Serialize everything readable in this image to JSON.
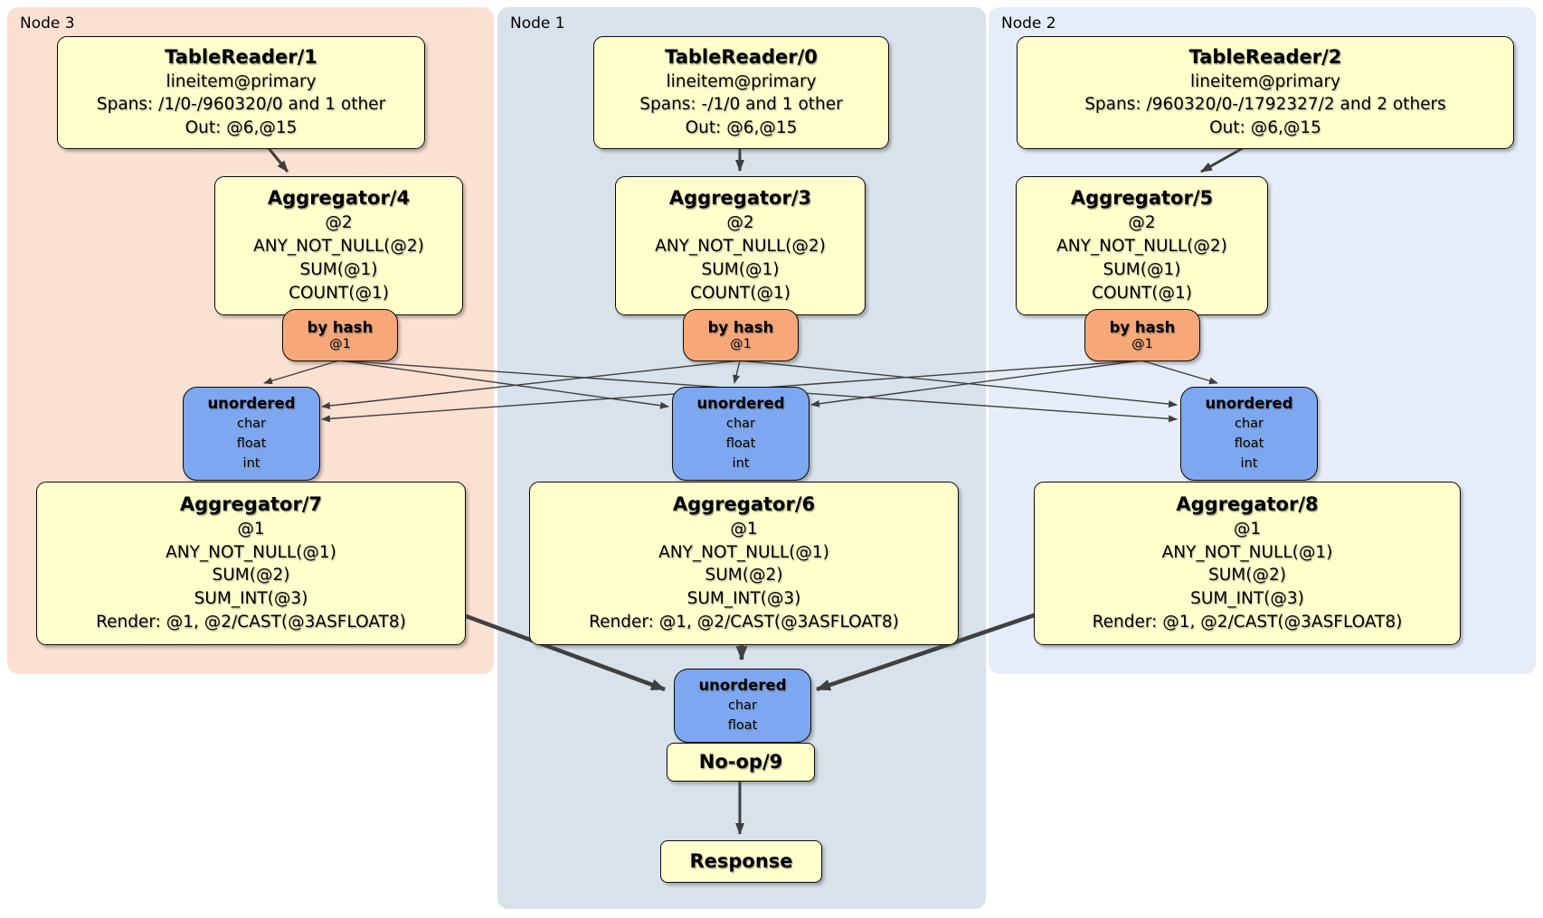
{
  "bands": {
    "node3": {
      "label": "Node 3"
    },
    "node1": {
      "label": "Node 1"
    },
    "node2": {
      "label": "Node 2"
    }
  },
  "node3": {
    "table_reader": {
      "title": "TableReader/1",
      "index": "lineitem@primary",
      "spans": "Spans: /1/0-/960320/0 and 1 other",
      "out": "Out: @6,@15"
    },
    "aggregator_top": {
      "title": "Aggregator/4",
      "group_key": "@2",
      "fn1": "ANY_NOT_NULL(@2)",
      "fn2": "SUM(@1)",
      "fn3": "COUNT(@1)"
    },
    "router": {
      "label": "by hash",
      "key": "@1"
    },
    "sync": {
      "label": "unordered",
      "col1": "char",
      "col2": "float",
      "col3": "int"
    },
    "aggregator_bottom": {
      "title": "Aggregator/7",
      "group_key": "@1",
      "fn1": "ANY_NOT_NULL(@1)",
      "fn2": "SUM(@2)",
      "fn3": "SUM_INT(@3)",
      "render": "Render: @1, @2/CAST(@3ASFLOAT8)"
    }
  },
  "node1": {
    "table_reader": {
      "title": "TableReader/0",
      "index": "lineitem@primary",
      "spans": "Spans: -/1/0 and 1 other",
      "out": "Out: @6,@15"
    },
    "aggregator_top": {
      "title": "Aggregator/3",
      "group_key": "@2",
      "fn1": "ANY_NOT_NULL(@2)",
      "fn2": "SUM(@1)",
      "fn3": "COUNT(@1)"
    },
    "router": {
      "label": "by hash",
      "key": "@1"
    },
    "sync": {
      "label": "unordered",
      "col1": "char",
      "col2": "float",
      "col3": "int"
    },
    "aggregator_bottom": {
      "title": "Aggregator/6",
      "group_key": "@1",
      "fn1": "ANY_NOT_NULL(@1)",
      "fn2": "SUM(@2)",
      "fn3": "SUM_INT(@3)",
      "render": "Render: @1, @2/CAST(@3ASFLOAT8)"
    },
    "final_sync": {
      "label": "unordered",
      "col1": "char",
      "col2": "float"
    },
    "noop": {
      "title": "No-op/9"
    },
    "response": {
      "title": "Response"
    }
  },
  "node2": {
    "table_reader": {
      "title": "TableReader/2",
      "index": "lineitem@primary",
      "spans": "Spans: /960320/0-/1792327/2 and 2 others",
      "out": "Out: @6,@15"
    },
    "aggregator_top": {
      "title": "Aggregator/5",
      "group_key": "@2",
      "fn1": "ANY_NOT_NULL(@2)",
      "fn2": "SUM(@1)",
      "fn3": "COUNT(@1)"
    },
    "router": {
      "label": "by hash",
      "key": "@1"
    },
    "sync": {
      "label": "unordered",
      "col1": "char",
      "col2": "float",
      "col3": "int"
    },
    "aggregator_bottom": {
      "title": "Aggregator/8",
      "group_key": "@1",
      "fn1": "ANY_NOT_NULL(@1)",
      "fn2": "SUM(@2)",
      "fn3": "SUM_INT(@3)",
      "render": "Render: @1, @2/CAST(@3ASFLOAT8)"
    }
  },
  "colors": {
    "processor_box": "#ffffcc",
    "router_box": "#f8a878",
    "sync_box": "#7da7f0",
    "band_node3": "#fbe1d2",
    "band_node1": "#d7e2ea",
    "band_node2": "#e7edf8",
    "edge": "#3f3f3f",
    "box_border": "#0a0a0a"
  }
}
